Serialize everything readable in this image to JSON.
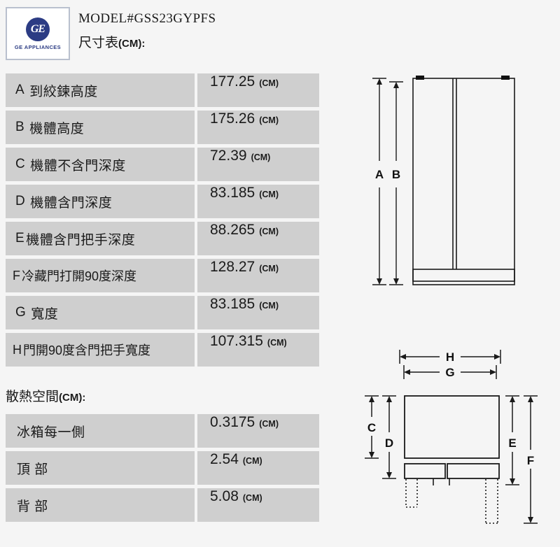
{
  "brand": {
    "logo_monogram": "GE",
    "logo_label": "GE APPLIANCES",
    "logo_color": "#2c3c84"
  },
  "header": {
    "model_line": "MODEL#GSS23GYPFS",
    "dimensions_title": "尺寸表",
    "dimensions_title_unit": "(CM):"
  },
  "dimensions_table": {
    "rows": [
      {
        "key": "A",
        "label": "到絞鍊高度",
        "value": "177.25",
        "unit": "(CM)"
      },
      {
        "key": "B",
        "label": "機體高度",
        "value": "175.26",
        "unit": "(CM)"
      },
      {
        "key": "C",
        "label": "機體不含門深度",
        "value": "72.39",
        "unit": "(CM)"
      },
      {
        "key": "D",
        "label": "機體含門深度",
        "value": "83.185",
        "unit": "(CM)"
      },
      {
        "key": "E",
        "label": "機體含門把手深度",
        "value": "88.265",
        "unit": "(CM)"
      },
      {
        "key": "F",
        "label": "冷藏門打開90度深度",
        "value": "128.27",
        "unit": "(CM)"
      },
      {
        "key": "G",
        "label": "寬度",
        "value": "83.185",
        "unit": "(CM)"
      },
      {
        "key": "H",
        "label": "門開90度含門把手寬度",
        "value": "107.315",
        "unit": "(CM)"
      }
    ]
  },
  "clearance_section": {
    "title": "散熱空間",
    "title_unit": "(CM):",
    "rows": [
      {
        "label": "冰箱每一側",
        "value": "0.3175",
        "unit": "(CM)"
      },
      {
        "label": "頂 部",
        "value": "2.54",
        "unit": "(CM)"
      },
      {
        "label": "背 部",
        "value": "5.08",
        "unit": "(CM)"
      }
    ]
  },
  "diagrams": {
    "front_view": {
      "labels": [
        "A",
        "B"
      ],
      "description": "side-by-side refrigerator front elevation with two doors and base kickplate"
    },
    "top_view": {
      "labels": [
        "H",
        "G",
        "C",
        "D",
        "E",
        "F"
      ],
      "description": "top plan view of cabinet with two doors and dotted 90 degree door swing outlines"
    }
  }
}
